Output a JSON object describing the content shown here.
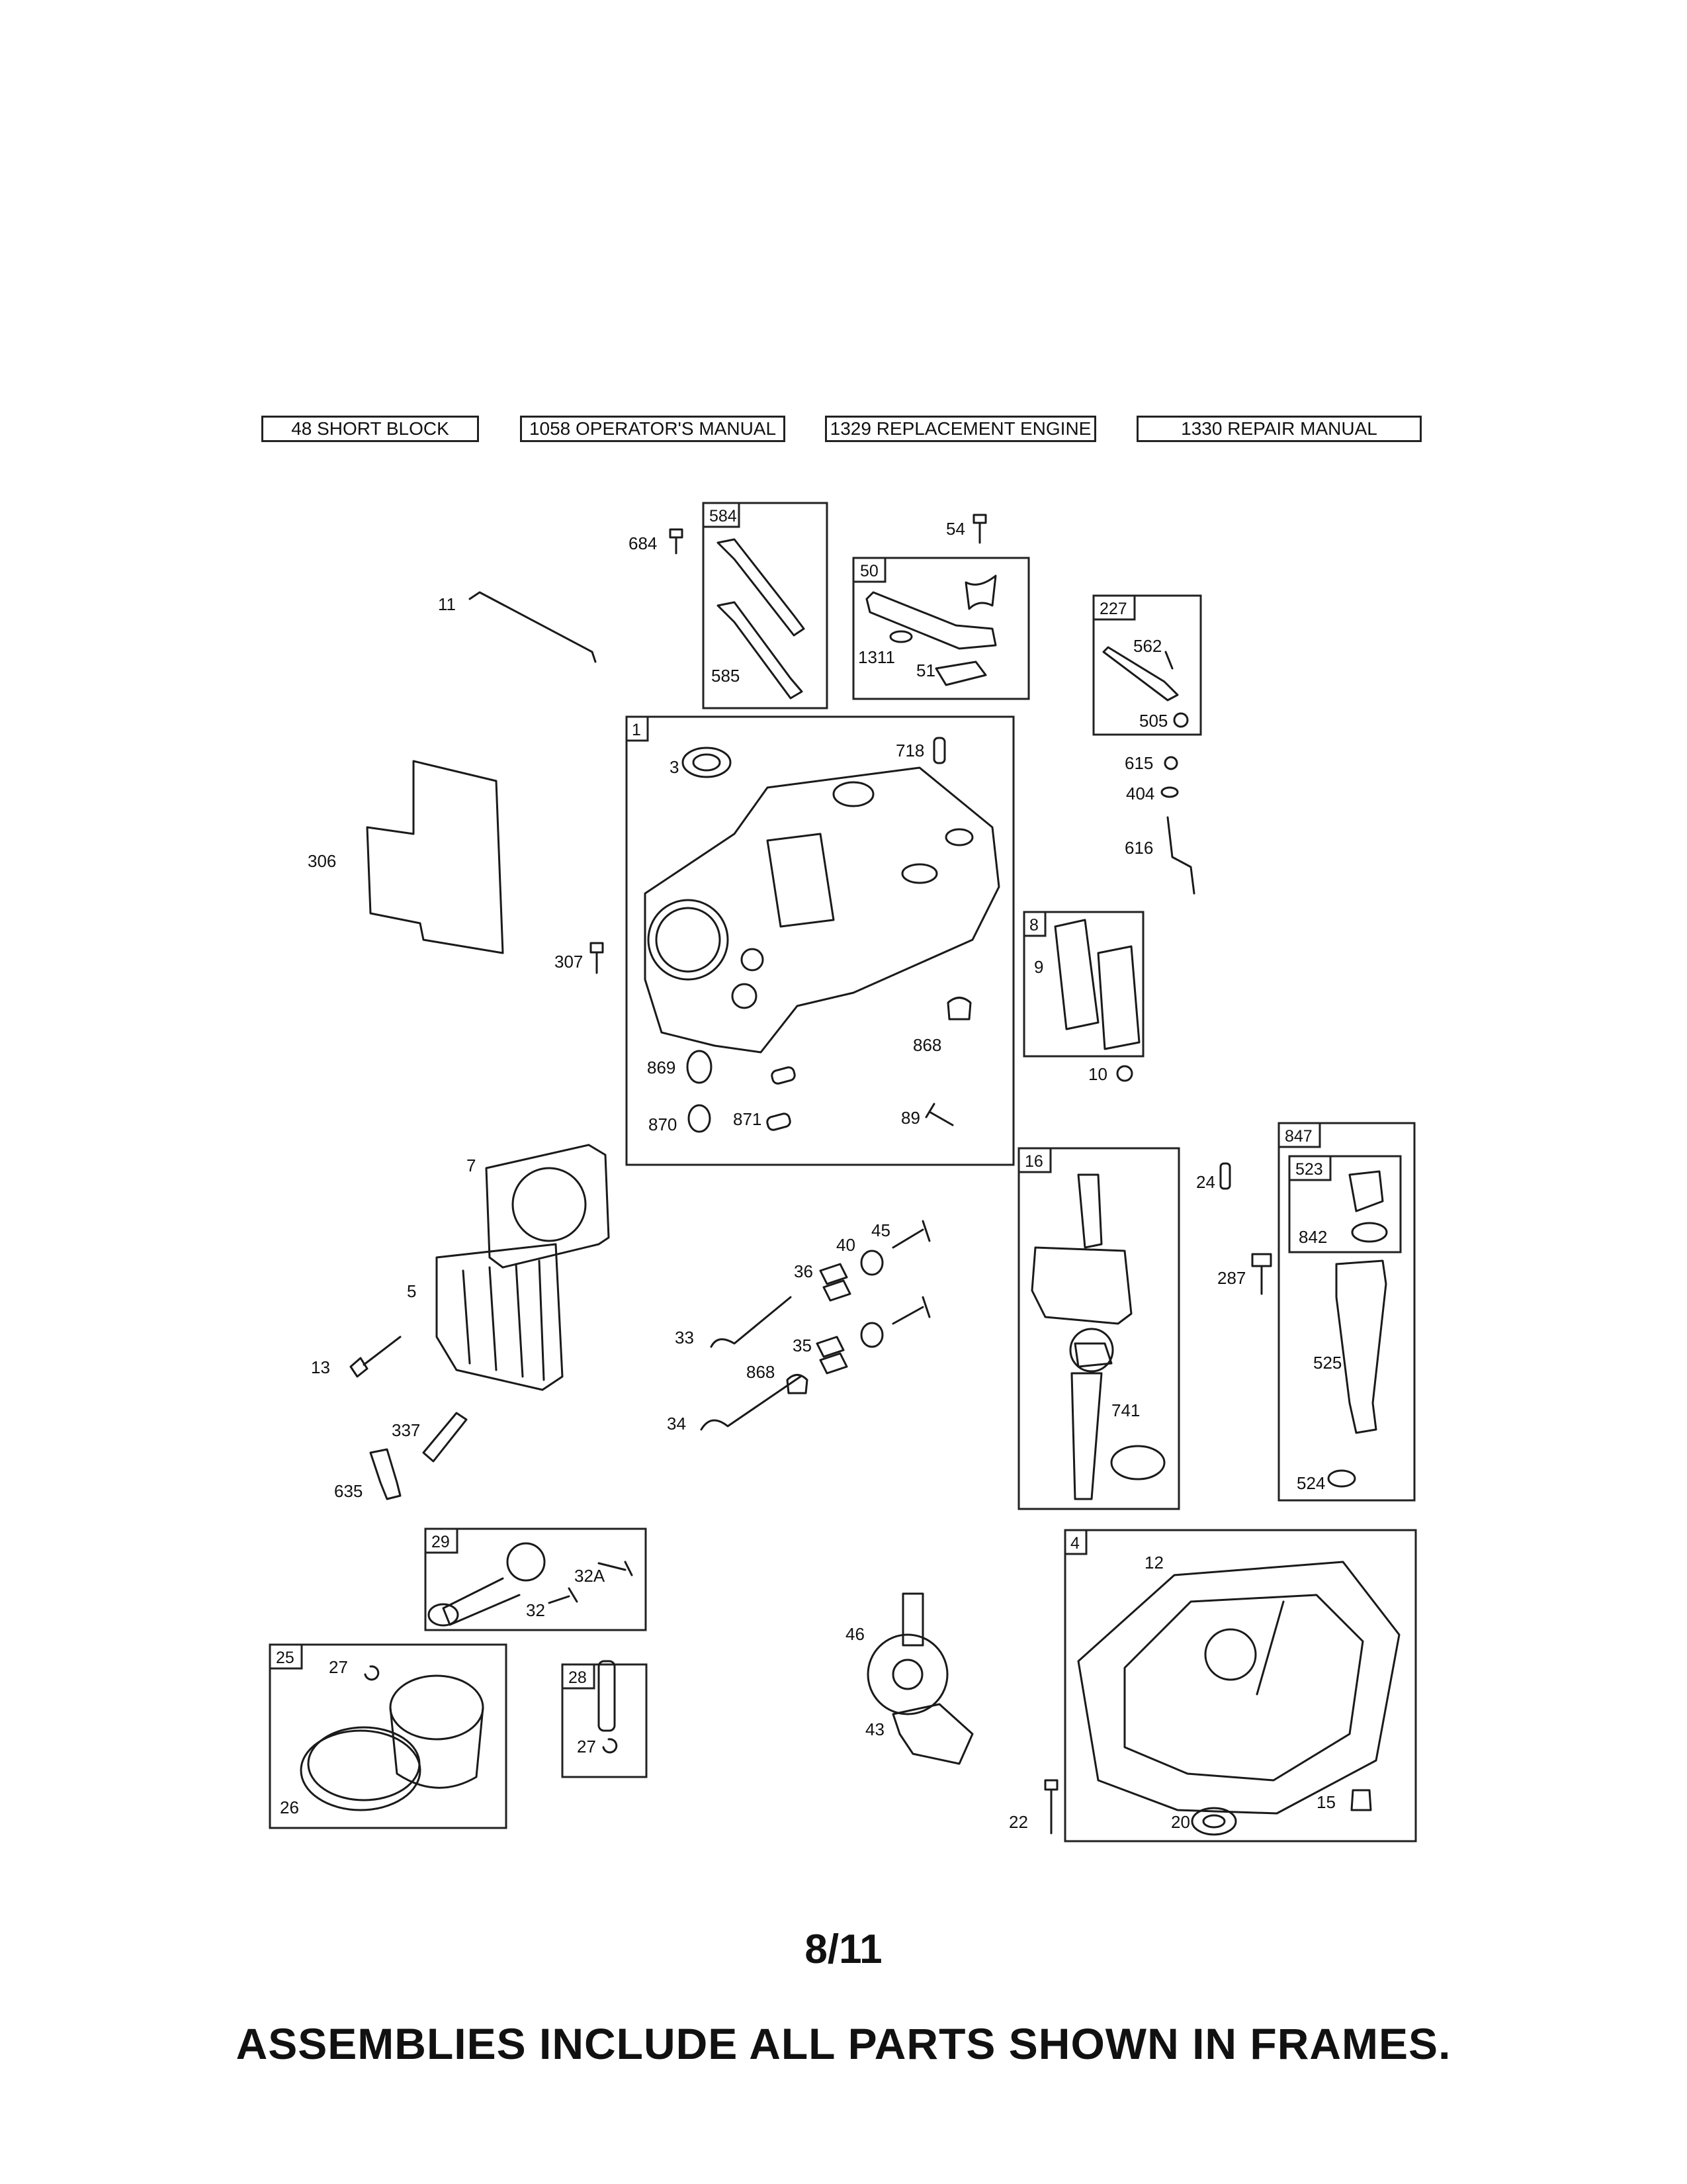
{
  "header_refs": [
    {
      "id": "48",
      "label": "48 SHORT BLOCK"
    },
    {
      "id": "1058",
      "label": "1058 OPERATOR'S MANUAL"
    },
    {
      "id": "1329",
      "label": "1329 REPLACEMENT ENGINE"
    },
    {
      "id": "1330",
      "label": "1330 REPAIR MANUAL"
    }
  ],
  "frames": [
    "584",
    "50",
    "227",
    "1",
    "8",
    "16",
    "847",
    "523",
    "29",
    "25",
    "28",
    "4"
  ],
  "callouts": [
    "684",
    "585",
    "54",
    "1311",
    "51",
    "11",
    "562",
    "505",
    "615",
    "404",
    "616",
    "3",
    "718",
    "306",
    "307",
    "9",
    "10",
    "868",
    "869",
    "870",
    "871",
    "89",
    "7",
    "24",
    "842",
    "287",
    "5",
    "40",
    "45",
    "36",
    "33",
    "35",
    "868",
    "525",
    "741",
    "13",
    "34",
    "337",
    "635",
    "524",
    "32A",
    "32",
    "12",
    "27",
    "46",
    "27",
    "43",
    "26",
    "22",
    "20",
    "15"
  ],
  "page_number": "8/11",
  "footer_note": "ASSEMBLIES INCLUDE ALL PARTS SHOWN IN FRAMES."
}
